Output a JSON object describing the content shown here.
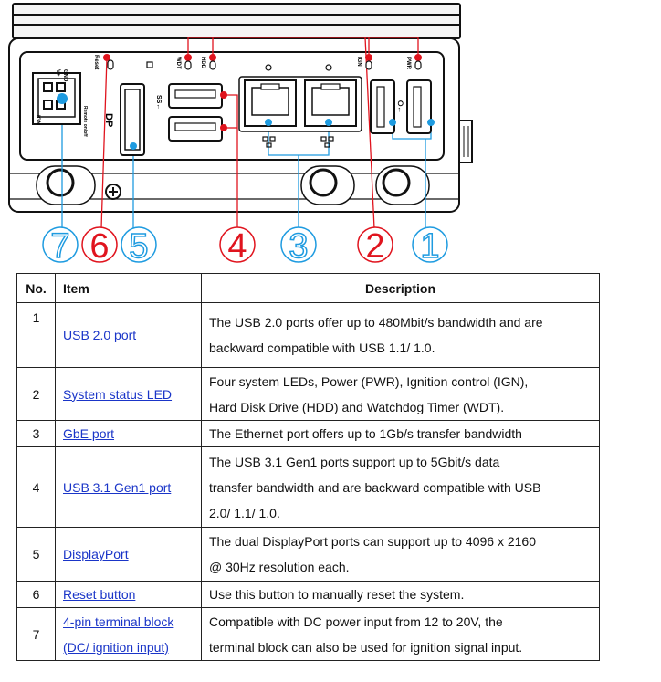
{
  "panel_labels": {
    "reset": "Reset",
    "wdt": "WDT",
    "hdd": "HDD",
    "ign": "IGN",
    "pwr": "PWR",
    "gnd": "GND",
    "vplus": "V+",
    "ign_pin": "IGN",
    "remote_on_off": "Remote on/off",
    "dp": "DP",
    "ss": "SS←",
    "usb_symbol": "⭘←",
    "lan_symbol": "⊤"
  },
  "callouts": [
    {
      "num": "7",
      "color": "#1e9be0"
    },
    {
      "num": "6",
      "color": "#e0141e"
    },
    {
      "num": "5",
      "color": "#1e9be0"
    },
    {
      "num": "4",
      "color": "#e0141e"
    },
    {
      "num": "3",
      "color": "#1e9be0"
    },
    {
      "num": "2",
      "color": "#e0141e"
    },
    {
      "num": "1",
      "color": "#1e9be0"
    }
  ],
  "colors": {
    "red": "#e0141e",
    "blue": "#1e9be0",
    "link": "#1a35c8"
  },
  "table": {
    "headers": {
      "no": "No.",
      "item": "Item",
      "description": "Description"
    },
    "rows": [
      {
        "no": "1",
        "item": "USB 2.0 port",
        "desc": [
          "The USB 2.0 ports offer up to 480Mbit/s bandwidth and are",
          "backward compatible with USB 1.1/ 1.0."
        ]
      },
      {
        "no": "2",
        "item": "System status LED",
        "desc": [
          "Four system LEDs, Power (PWR), Ignition control (IGN),",
          "Hard Disk Drive (HDD) and Watchdog Timer (WDT)."
        ]
      },
      {
        "no": "3",
        "item": "GbE port",
        "desc": [
          "The Ethernet port offers up to 1Gb/s transfer bandwidth"
        ]
      },
      {
        "no": "4",
        "item": "USB 3.1 Gen1 port",
        "desc": [
          "The USB 3.1 Gen1 ports support up to 5Gbit/s data",
          "transfer bandwidth and are backward compatible with USB",
          "2.0/ 1.1/ 1.0."
        ]
      },
      {
        "no": "5",
        "item": "DisplayPort",
        "desc": [
          "The dual DisplayPort ports can support up to 4096 x 2160",
          "@ 30Hz resolution each."
        ]
      },
      {
        "no": "6",
        "item": "Reset button",
        "desc": [
          "Use this button to manually reset the system."
        ]
      },
      {
        "no": "7",
        "item": [
          "4-pin terminal block",
          "(DC/ ignition input)"
        ],
        "desc": [
          "Compatible with DC power input from 12 to 20V, the",
          "terminal block can also be used for ignition signal input."
        ]
      }
    ]
  }
}
